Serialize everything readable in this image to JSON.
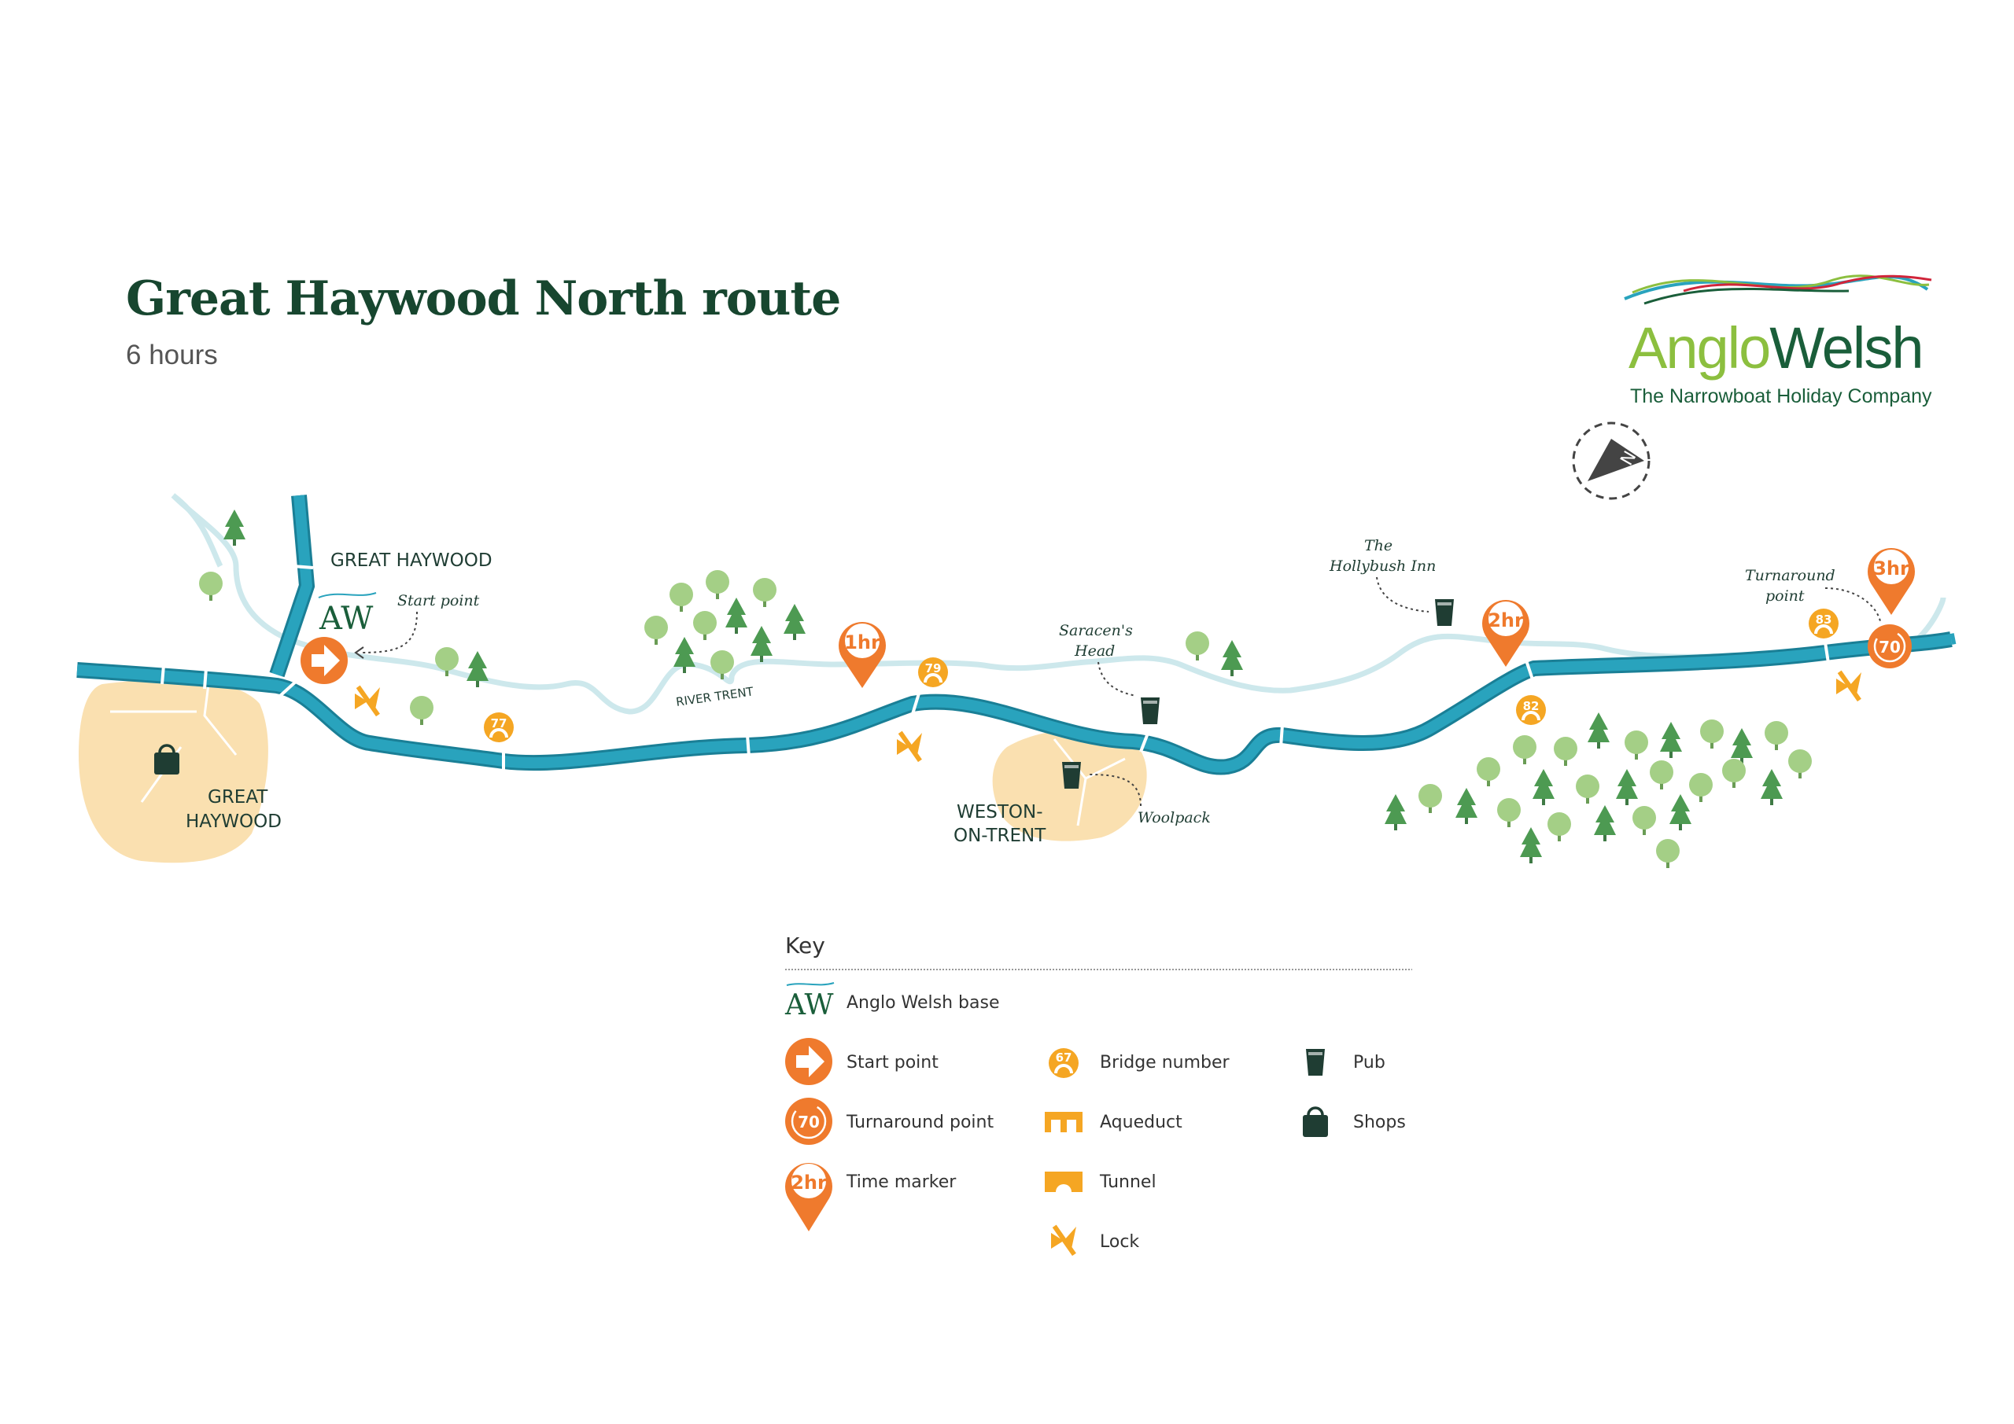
{
  "title": "Great Haywood North route",
  "subtitle": "6 hours",
  "brand": {
    "name_a": "Anglo",
    "name_b": "Welsh",
    "tagline": "The Narrowboat Holiday Company"
  },
  "colors": {
    "canal": "#29a3bd",
    "canal_edge": "#1a7f96",
    "river": "#cde8ec",
    "orange": "#ef7a2d",
    "amber": "#f5a623",
    "town": "#fae0b0",
    "tree_light": "#a4cf86",
    "tree_dark": "#4d9a52",
    "dark": "#1f3d33"
  },
  "compass": {
    "icon": "north-arrow-icon",
    "letter": "N"
  },
  "places": {
    "great_haywood_top": "GREAT HAYWOOD",
    "great_haywood_town_1": "GREAT",
    "great_haywood_town_2": "HAYWOOD",
    "weston_1": "WESTON-",
    "weston_2": "ON-TRENT",
    "river": "RIVER TRENT"
  },
  "annotations": {
    "start": "Start point",
    "saracens_1": "Saracen's",
    "saracens_2": "Head",
    "woolpack": "Woolpack",
    "hollybush_1": "The",
    "hollybush_2": "Hollybush Inn",
    "turnaround_1": "Turnaround",
    "turnaround_2": "point"
  },
  "base_logo": "AW",
  "bridges": [
    "77",
    "79",
    "82",
    "83"
  ],
  "time_markers": [
    "1hr",
    "2hr",
    "3hr"
  ],
  "turnaround_bridge": "70",
  "key": {
    "heading": "Key",
    "items": {
      "base": "Anglo Welsh base",
      "start": "Start point",
      "turnaround": "Turnaround point",
      "time": "Time marker",
      "bridge": "Bridge number",
      "aqueduct": "Aqueduct",
      "tunnel": "Tunnel",
      "lock": "Lock",
      "pub": "Pub",
      "shops": "Shops"
    },
    "sample_bridge": "67",
    "sample_turnaround": "70",
    "sample_time": "2hr"
  }
}
